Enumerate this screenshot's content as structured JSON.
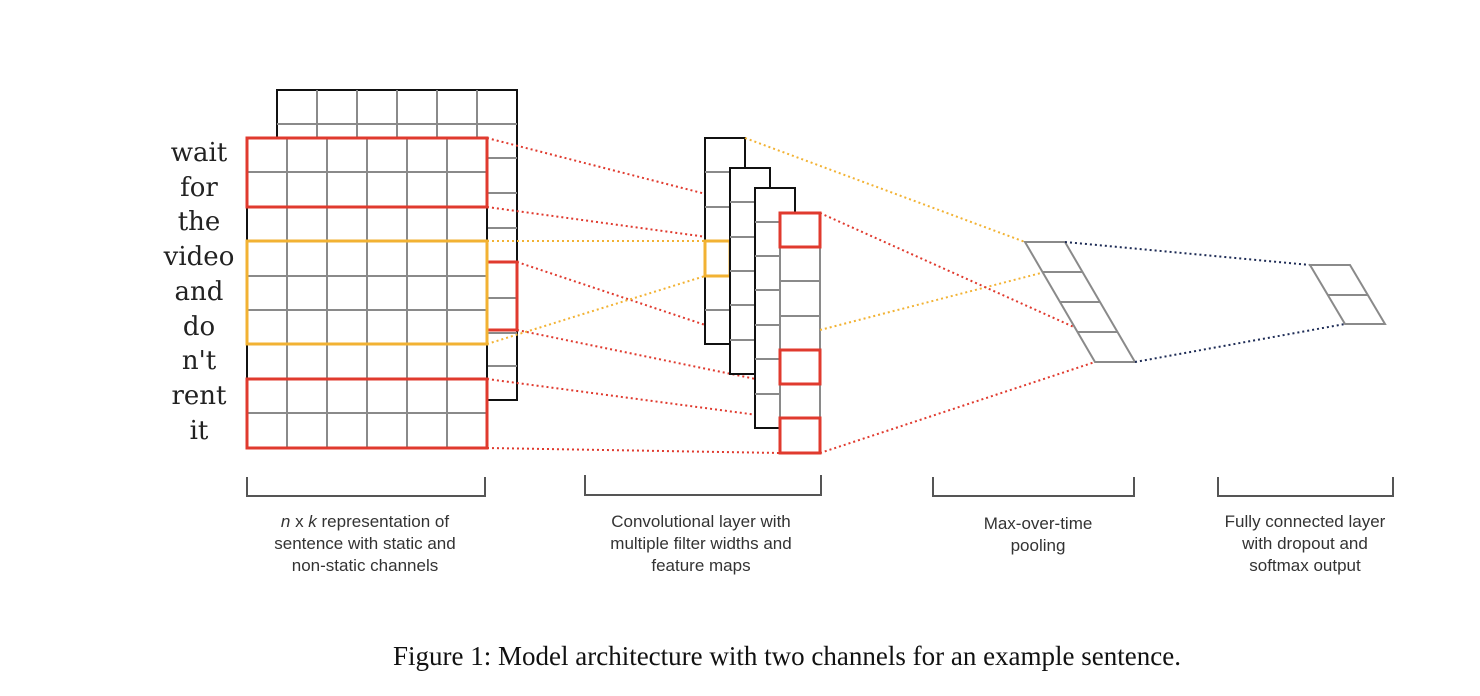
{
  "sentence_words": [
    "wait",
    "for",
    "the",
    "video",
    "and",
    "do",
    "n't",
    "rent",
    "it"
  ],
  "sections": {
    "input": {
      "line1_italic_n": "n",
      "line1_x": " x ",
      "line1_italic_k": "k",
      "line1_rest": " representation of",
      "line2": "sentence with static and",
      "line3": "non-static channels"
    },
    "conv": {
      "line1": "Convolutional layer with",
      "line2": "multiple filter widths and",
      "line3": "feature maps"
    },
    "pool": {
      "line1": "Max-over-time",
      "line2": "pooling"
    },
    "fc": {
      "line1": "Fully connected layer",
      "line2": "with dropout and",
      "line3": "softmax output"
    }
  },
  "caption": "Figure 1: Model architecture with two channels for an example sentence.",
  "colors": {
    "red": "#e03a2e",
    "yellow": "#f2b233",
    "navy": "#1d2b55",
    "grid": "#8a8a8a",
    "outline": "#111111"
  }
}
